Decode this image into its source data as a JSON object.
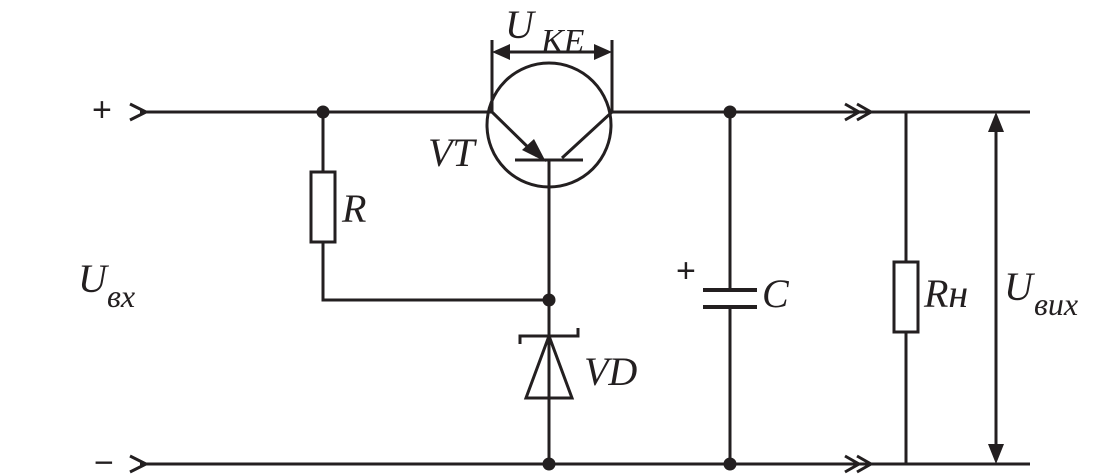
{
  "labels": {
    "uke_main": "U",
    "uke_sub": "KE",
    "vt": "VT",
    "r": "R",
    "uin_main": "U",
    "uin_sub": "вх",
    "vd": "VD",
    "cap_plus": "+",
    "c": "C",
    "rload": "Rн",
    "uout_main": "U",
    "uout_sub": "вих",
    "in_plus": "+",
    "in_minus": "−"
  },
  "colors": {
    "ink": "#231f20",
    "background": "#ffffff"
  }
}
